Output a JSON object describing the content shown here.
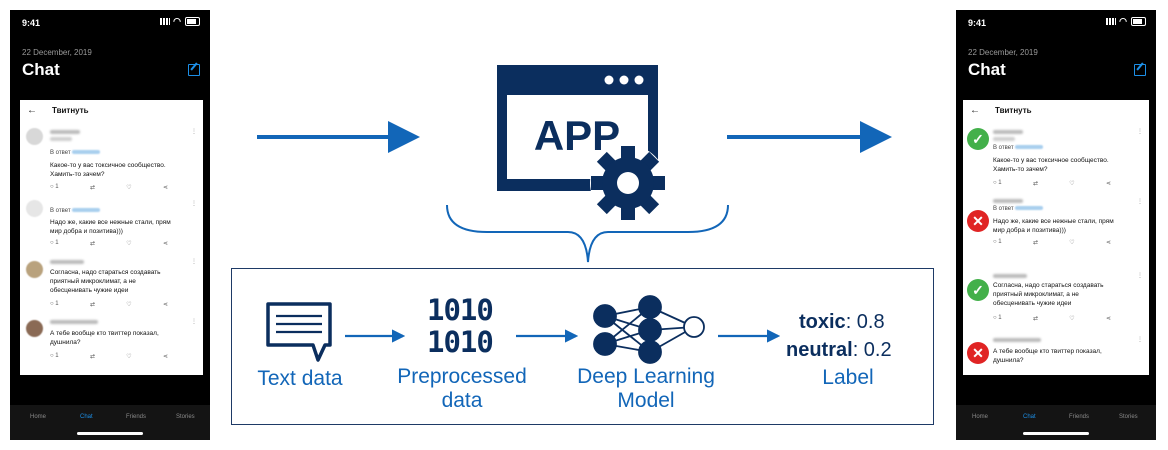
{
  "phone": {
    "time": "9:41",
    "date": "22 December, 2019",
    "title": "Chat",
    "card_title": "Твитнуть",
    "back_glyph": "←",
    "tabs": [
      "Home",
      "Chat",
      "Friends",
      "Stories"
    ],
    "active_tab": 1,
    "tweets": [
      {
        "reply_prefix": "В ответ",
        "text": "Какое-то у вас токсичное сообщество.\nХамить-то зачем?",
        "reply_count": "1",
        "verdict": "ok"
      },
      {
        "reply_prefix": "В ответ",
        "text": "Надо же, какие все нежные стали, прям\nмир добра и позитива)))",
        "reply_count": "1",
        "verdict": "bad"
      },
      {
        "reply_prefix": "",
        "text": "Согласна, надо стараться создавать\nприятный микроклимат, а не\nобесценивать чужие идеи",
        "reply_count": "1",
        "verdict": "ok"
      },
      {
        "reply_prefix": "",
        "text": "А тебе вообще кто твиттер показал,\nдушнила?",
        "reply_count": "1",
        "verdict": "bad"
      }
    ]
  },
  "app": {
    "label": "APP",
    "color_dark": "#0b2e5e"
  },
  "flow": {
    "text_data": "Text data",
    "preprocessed_1": "Preprocessed",
    "preprocessed_2": "data",
    "binary_1": "1010",
    "binary_2": "1010",
    "model_1": "Deep Learning",
    "model_2": "Model",
    "toxic_label": "toxic",
    "toxic_value": ": 0.8",
    "neutral_label": "neutral",
    "neutral_value": ": 0.2",
    "label": "Label"
  },
  "colors": {
    "arrow": "#1266b8",
    "ok": "#43b04a",
    "bad": "#e02424",
    "accent": "#1d8fe6"
  }
}
